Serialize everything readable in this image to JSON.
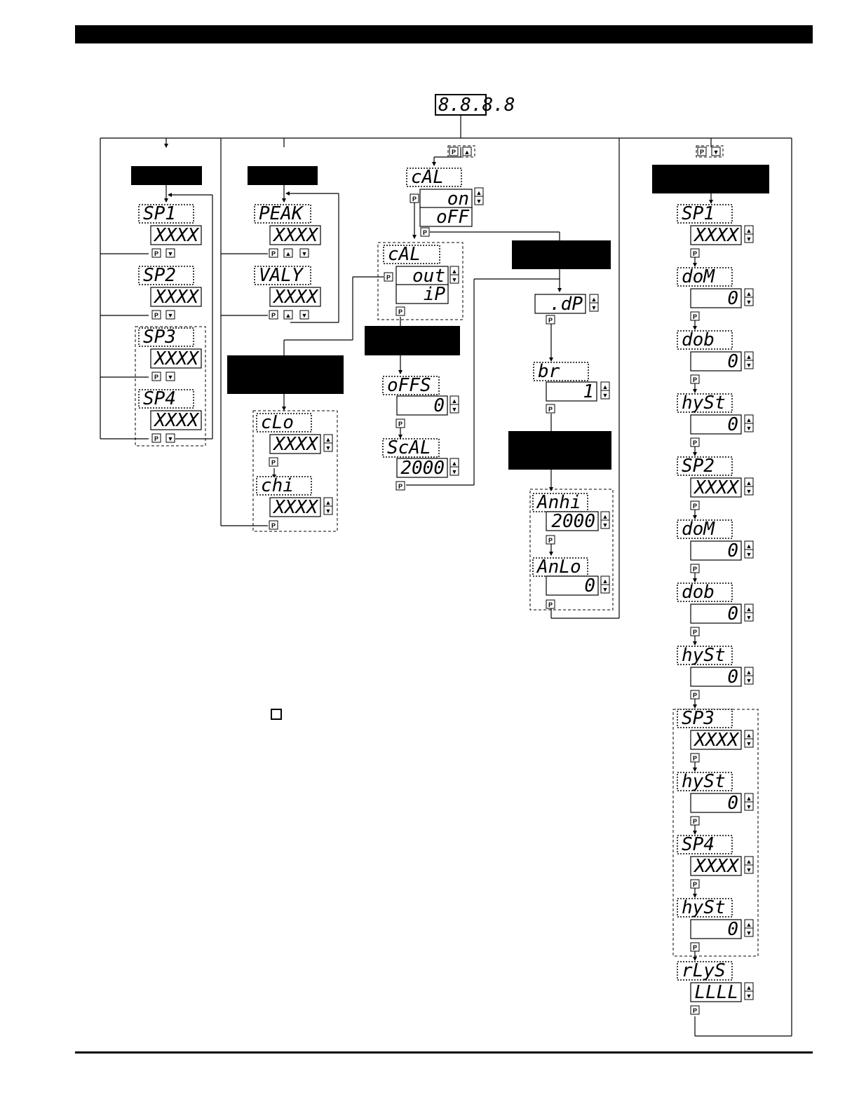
{
  "top_display": "8.8.8.8",
  "keys": {
    "p": "P",
    "up": "▲",
    "down": "▼"
  },
  "menus": {
    "setpoints": [
      "SP1",
      "SP2",
      "SP3",
      "SP4"
    ],
    "setpoint_value": "XXXX",
    "peak_valley": [
      "PEAK",
      "VALY"
    ],
    "cal": {
      "title": "cAL",
      "options": [
        "on",
        "oFF"
      ]
    },
    "cal_sub": {
      "title": "cAL",
      "options": [
        "out",
        "iP"
      ]
    },
    "input_cal": [
      [
        "oFFS",
        "0"
      ],
      [
        "ScAL",
        "2000"
      ]
    ],
    "output_cal": [
      [
        "cLo",
        "XXXX"
      ],
      [
        "chi",
        "XXXX"
      ]
    ],
    "dp": ".dP",
    "br": [
      "br",
      "1"
    ],
    "analog": [
      [
        "Anhi",
        "2000"
      ],
      [
        "AnLo",
        "0"
      ]
    ],
    "relay_setup": [
      [
        "SP1",
        "XXXX"
      ],
      [
        "doM",
        "0"
      ],
      [
        "dob",
        "0"
      ],
      [
        "hySt",
        "0"
      ],
      [
        "SP2",
        "XXXX"
      ],
      [
        "doM",
        "0"
      ],
      [
        "dob",
        "0"
      ],
      [
        "hySt",
        "0"
      ],
      [
        "SP3",
        "XXXX"
      ],
      [
        "hySt",
        "0"
      ],
      [
        "SP4",
        "XXXX"
      ],
      [
        "hySt",
        "0"
      ],
      [
        "rLyS",
        "LLLL"
      ]
    ]
  },
  "colors": {
    "ink": "#000000",
    "paper": "#ffffff"
  }
}
